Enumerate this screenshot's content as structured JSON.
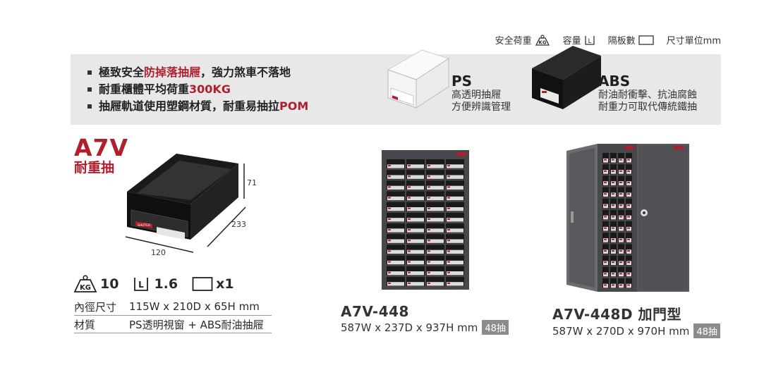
{
  "legend": {
    "load_label": "安全荷重",
    "load_icon": "KG",
    "capacity_label": "容量",
    "capacity_icon": "L",
    "divider_label": "隔板數",
    "unit_label": "尺寸單位mm"
  },
  "banner": {
    "bullets": [
      {
        "pre": "極致安全",
        "hl": "防掉落抽屜",
        "post": "，強力煞車不落地"
      },
      {
        "pre": "耐重櫃體平均荷重 ",
        "hl": "300KG",
        "post": ""
      },
      {
        "pre": "抽屜軌道使用塑鋼材質，耐重易抽拉 ",
        "hl": "POM",
        "post": ""
      }
    ],
    "ps": {
      "title": "PS",
      "line1": "高透明抽屜",
      "line2": "方便辨識管理"
    },
    "abs": {
      "title": "ABS",
      "line1": "耐油耐衝擊、抗油腐蝕",
      "line2": "耐重力可取代傳統鐵抽"
    }
  },
  "brand": {
    "model": "A7V",
    "subtitle": "耐重抽"
  },
  "drawer": {
    "dim_height": "71",
    "dim_depth": "233",
    "dim_width": "120",
    "label_brand": "SHUTER"
  },
  "specs": {
    "load_icon": "KG",
    "load_value": "10",
    "capacity_icon": "L",
    "capacity_value": "1.6",
    "divider_value": "x1",
    "rows": [
      {
        "key": "內徑尺寸",
        "value": "115W x 210D x 65H mm"
      },
      {
        "key": "材質",
        "value": "PS透明視窗 + ABS耐油抽屜"
      }
    ]
  },
  "products": [
    {
      "name": "A7V-448",
      "dims": "587W x 237D x 937H mm",
      "badge": "48抽"
    },
    {
      "name": "A7V-448D 加門型",
      "dims": "587W x 270D x 970H mm",
      "badge": "48抽"
    }
  ],
  "colors": {
    "accent": "#b01f2e",
    "banner_bg": "#e8e8e8",
    "cabinet": "#4a4a4f"
  }
}
